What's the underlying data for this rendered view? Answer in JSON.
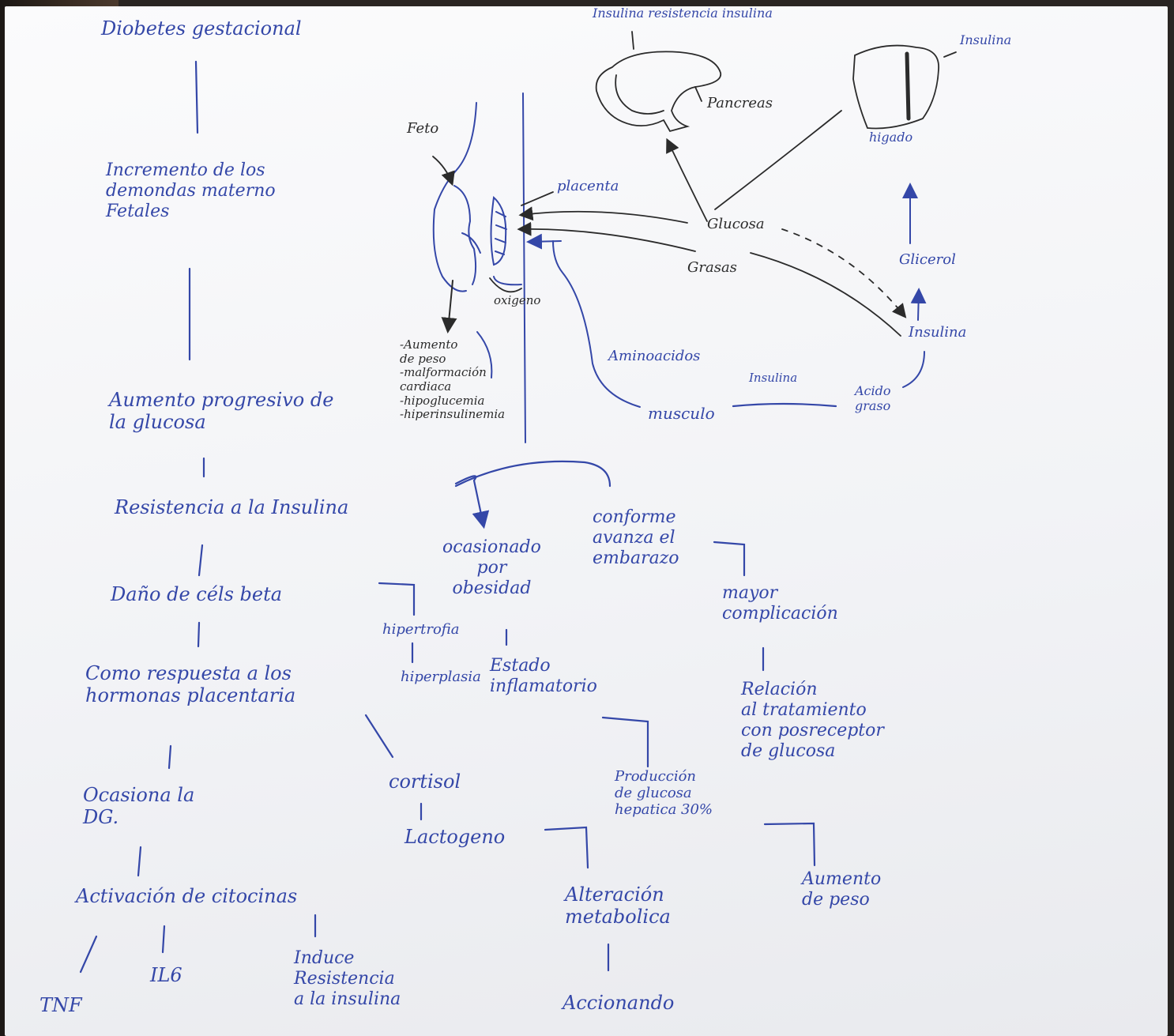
{
  "colors": {
    "blue_ink": "#3447a8",
    "black_ink": "#2b2b2b",
    "paper": "#f5f6f8",
    "table": "#2a2522"
  },
  "nodes": {
    "diabetes": "Diobetes gestacional",
    "incremento": "Incremento de los\ndemondas materno\nFetales",
    "aumento_glucosa": "Aumento progresivo de\nla glucosa",
    "resistencia": "Resistencia a la Insulina",
    "dano": "Daño de céls beta",
    "respuesta": "Como respuesta a los\nhormonas placentaria",
    "ocasiona": "Ocasiona la\nDG.",
    "activacion": "Activación de citocinas",
    "tnf": "TNF",
    "il6": "IL6",
    "induce": "Induce\nResistencia\na la insulina",
    "ocasionado": "ocasionado\npor\nobesidad",
    "hipertrofia": "hipertrofia",
    "hiperplasia": "hiperplasia",
    "estado": "Estado\ninflamatorio",
    "conforme": "conforme\navanza el\nembarazo",
    "mayor": "mayor\ncomplicación",
    "relacion": "Relación\nal tratamiento\ncon posreceptor\nde glucosa",
    "cortisol": "cortisol",
    "lactogeno": "Lactogeno",
    "produccion": "Producción\nde glucosa\nhepatica 30%",
    "aumento_peso": "Aumento\nde peso",
    "alteracion": "Alteración\nmetabolica",
    "accionando": "Accionando"
  },
  "sketch": {
    "feto": "Feto",
    "placenta": "placenta",
    "oxigeno": "oxigeno",
    "feto_effects": "-Aumento\n de peso\n-malformación\n cardiaca\n-hipoglucemia\n-hiperinsulinemia",
    "pancreas": "Pancreas",
    "higado": "higado",
    "insulina_top": "Insulina",
    "insulina_resistencia": "Insulina  resistencia insulina",
    "glucosa": "Glucosa",
    "grasas": "Grasas",
    "glicerol": "Glicerol",
    "insulina_mid": "Insulina",
    "aminoacidos": "Aminoacidos",
    "musculo": "musculo",
    "insulina_low": "Insulina",
    "acido_graso": "Acido\ngraso"
  }
}
